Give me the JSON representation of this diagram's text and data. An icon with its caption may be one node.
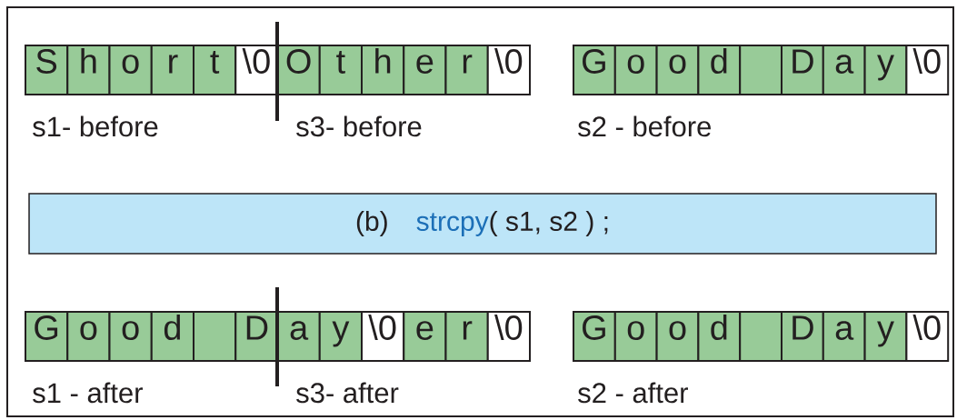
{
  "diagram": {
    "nodes": [
      {
        "text": [
          "S"
        ]
      },
      {
        "text": [
          "h"
        ]
      },
      {
        "text": [
          "o"
        ]
      },
      {
        "text": [
          "r"
        ]
      },
      {
        "text": [
          "t"
        ]
      },
      {
        "text": [
          "\\0"
        ]
      },
      {
        "text": [
          "O"
        ]
      },
      {
        "text": [
          "t"
        ]
      },
      {
        "text": [
          "h"
        ]
      },
      {
        "text": [
          "e"
        ]
      },
      {
        "text": [
          "r"
        ]
      },
      {
        "text": [
          "\\0"
        ]
      },
      {
        "text": [
          "G"
        ]
      },
      {
        "text": [
          "o"
        ]
      },
      {
        "text": [
          "o"
        ]
      },
      {
        "text": [
          "d"
        ]
      },
      {
        "text": [],
        "shape": "box"
      },
      {
        "text": [
          "D"
        ]
      },
      {
        "text": [
          "a"
        ]
      },
      {
        "text": [
          "y"
        ]
      },
      {
        "text": [
          "\\0"
        ]
      },
      {
        "text": [
          "(b)",
          "strcpy",
          "( s1, s2 ) ;"
        ]
      },
      {
        "text": [
          "G"
        ]
      },
      {
        "text": [
          "o"
        ]
      },
      {
        "text": [
          "o"
        ]
      },
      {
        "text": [
          "d"
        ]
      },
      {
        "text": [],
        "shape": "box"
      },
      {
        "text": [
          "D"
        ]
      },
      {
        "text": [
          "a"
        ]
      },
      {
        "text": [
          "y"
        ]
      },
      {
        "text": [
          "\\0"
        ]
      },
      {
        "text": [
          "e"
        ]
      },
      {
        "text": [
          "r"
        ]
      },
      {
        "text": [
          "\\0"
        ]
      },
      {
        "text": [
          "G"
        ]
      },
      {
        "text": [
          "o"
        ]
      },
      {
        "text": [
          "o"
        ]
      },
      {
        "text": [
          "d"
        ]
      },
      {
        "text": [],
        "shape": "box"
      },
      {
        "text": [
          "D"
        ]
      },
      {
        "text": [
          "a"
        ]
      },
      {
        "text": [
          "y"
        ]
      },
      {
        "text": [
          "\\0"
        ]
      }
    ],
    "labels": [
      "s1- before",
      "s3- before",
      "s2 - before",
      "s1 - after",
      "s3- after",
      "s2 - after"
    ]
  }
}
